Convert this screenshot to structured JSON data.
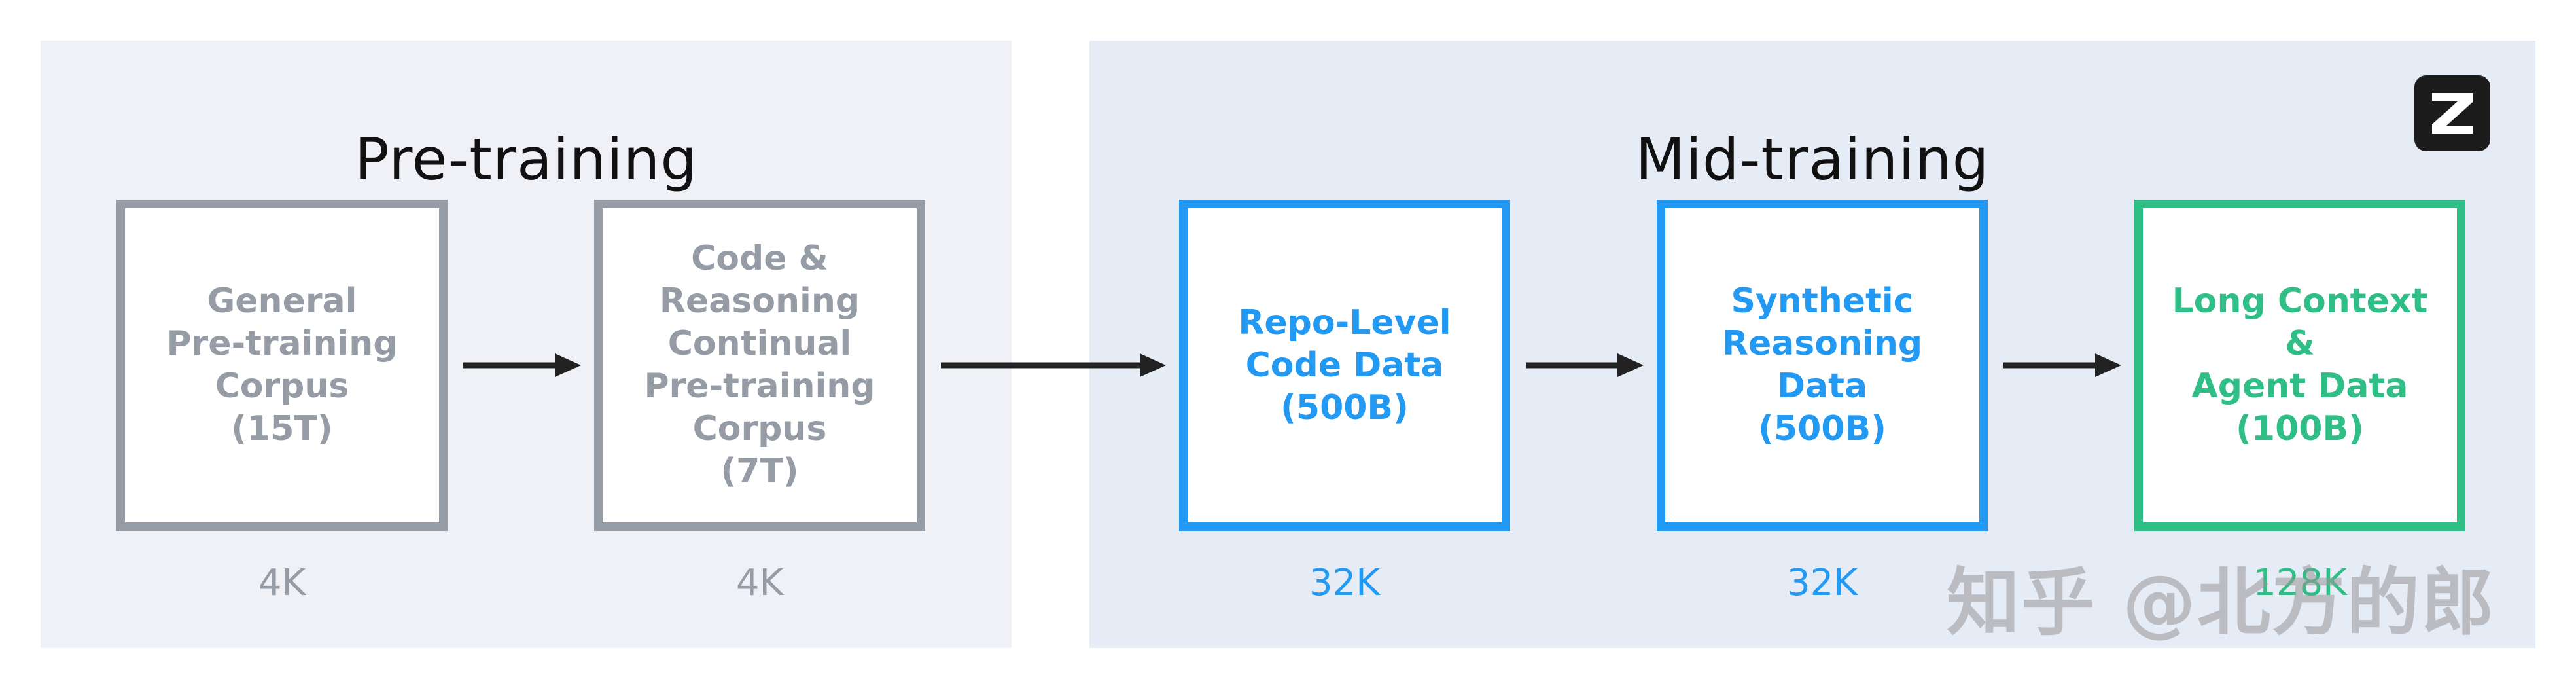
{
  "colors": {
    "pretraining_panel_bg": "#eff1f6",
    "midtraining_panel_bg": "#e6ecf5",
    "pretraining_border": "#969ca6",
    "pretraining_text": "#969ca6",
    "blue": "#2299f3",
    "green": "#2fbe85",
    "arrow": "#222222"
  },
  "pretraining": {
    "title": "Pre-training",
    "stages": [
      {
        "label": "General\nPre-training\nCorpus\n(15T)",
        "context": "4K"
      },
      {
        "label": "Code &\nReasoning\nContinual\nPre-training\nCorpus\n(7T)",
        "context": "4K"
      }
    ]
  },
  "midtraining": {
    "title": "Mid-training",
    "stages": [
      {
        "label": "Repo-Level\nCode Data\n(500B)",
        "context": "32K"
      },
      {
        "label": "Synthetic\nReasoning Data\n(500B)",
        "context": "32K"
      },
      {
        "label": "Long Context &\nAgent Data\n(100B)",
        "context": "128K"
      }
    ]
  },
  "logo_icon": "z-logo-icon",
  "watermark": "知乎 @北方的郎"
}
